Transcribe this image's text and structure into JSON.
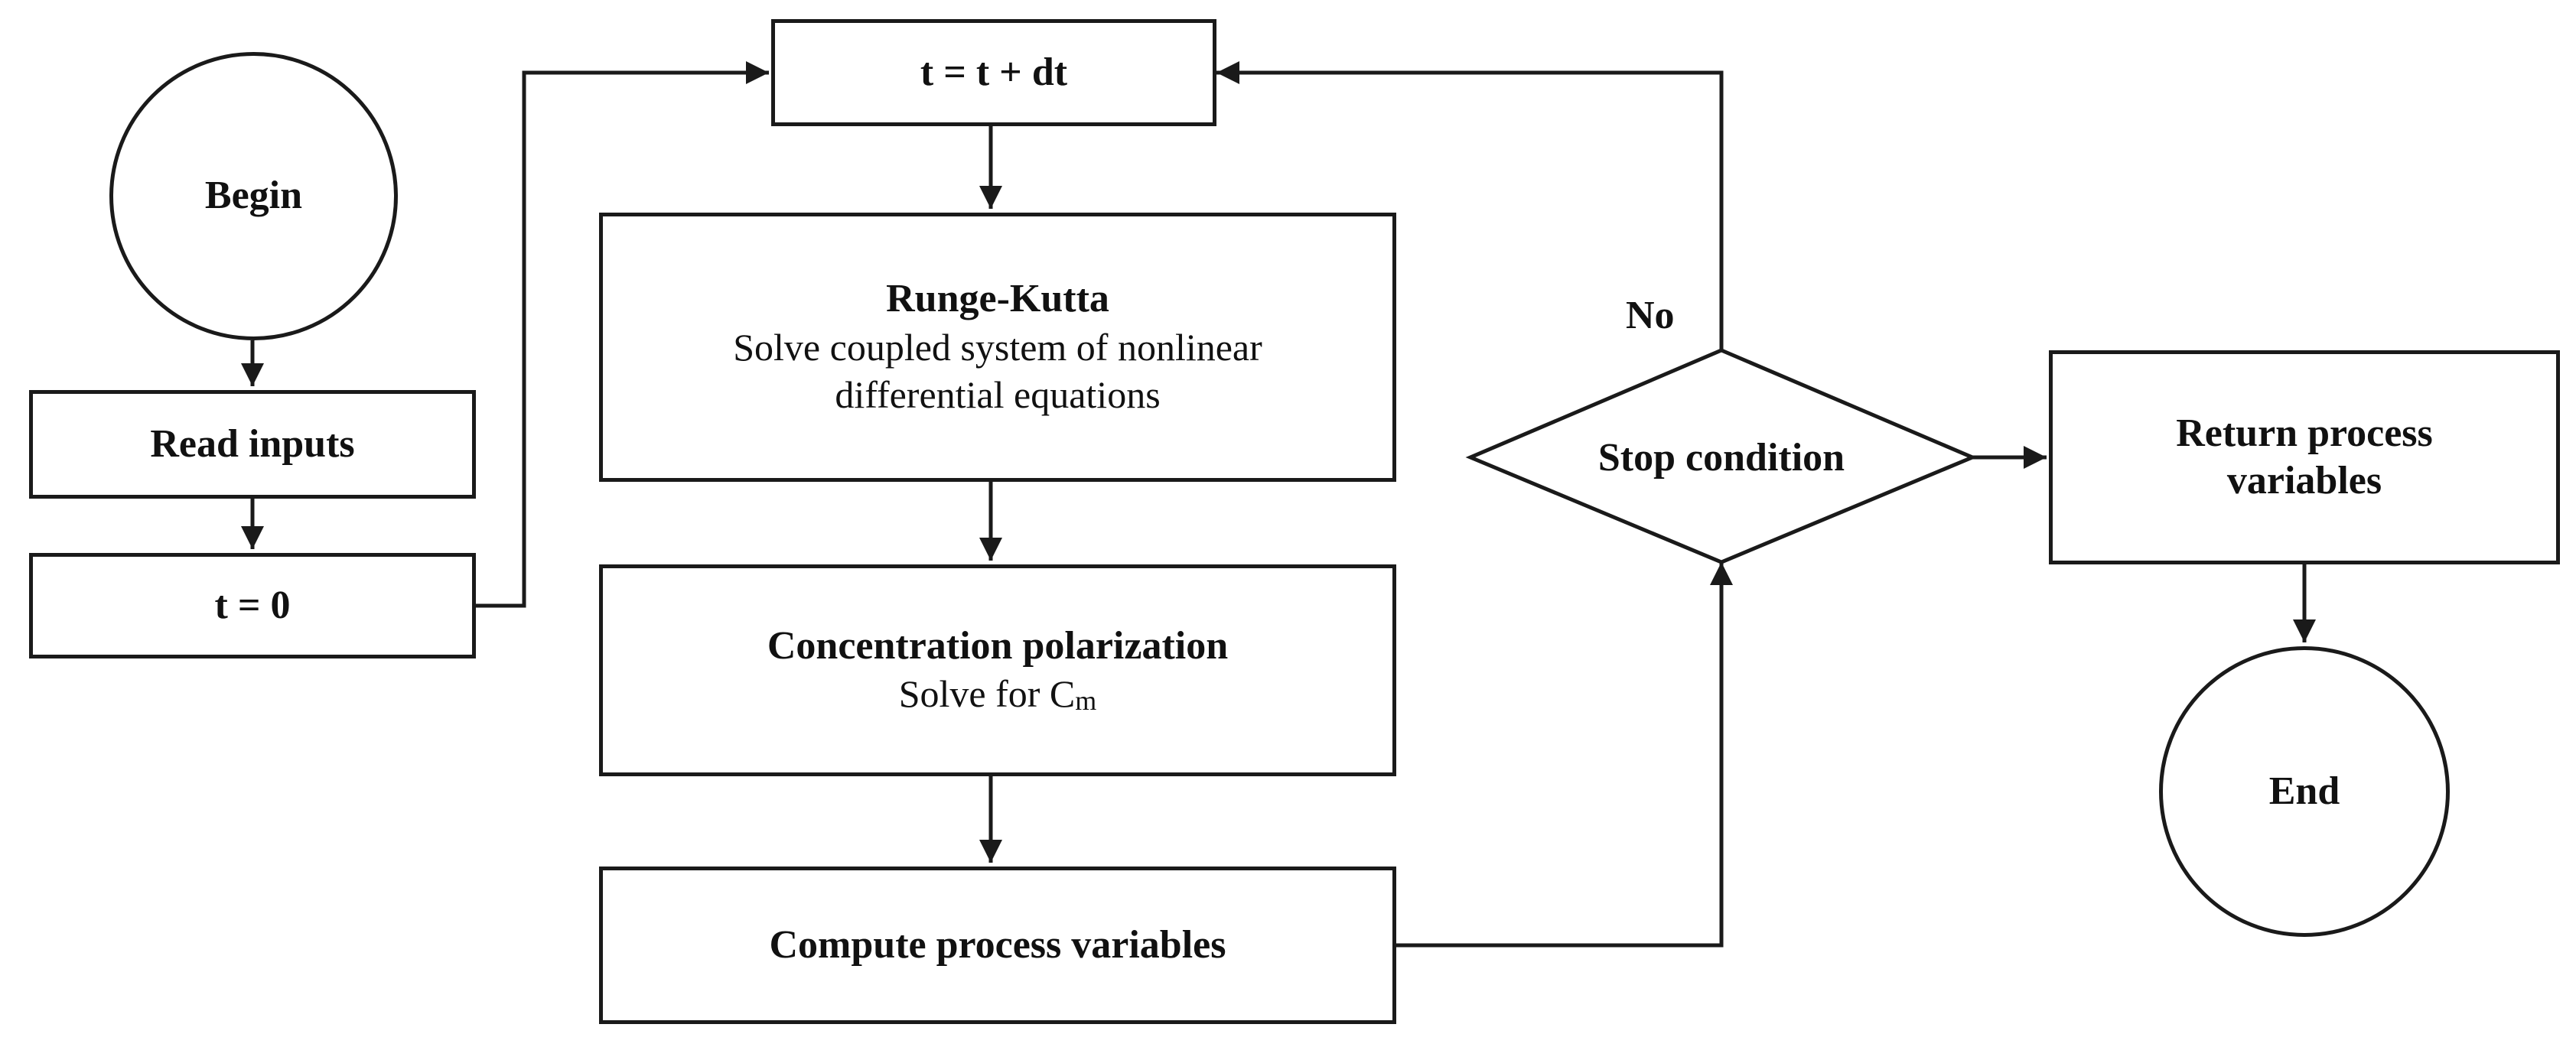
{
  "nodes": {
    "begin": {
      "label": "Begin"
    },
    "read_inputs": {
      "label": "Read inputs"
    },
    "t_zero": {
      "label": "t = 0"
    },
    "time_step": {
      "label": "t = t + dt"
    },
    "runge_kutta": {
      "title": "Runge-Kutta",
      "line1": "Solve coupled system of nonlinear",
      "line2": "differential equations"
    },
    "conc_pol": {
      "title": "Concentration polarization",
      "text": "Solve for C",
      "subscript": "m"
    },
    "compute": {
      "label": "Compute process variables"
    },
    "stop": {
      "label": "Stop condition"
    },
    "return_vars": {
      "line1": "Return process",
      "line2": "variables"
    },
    "end": {
      "label": "End"
    }
  },
  "edges": {
    "no_label": "No"
  },
  "colors": {
    "stroke": "#1a1a1a",
    "text": "#111111",
    "background": "#ffffff"
  }
}
